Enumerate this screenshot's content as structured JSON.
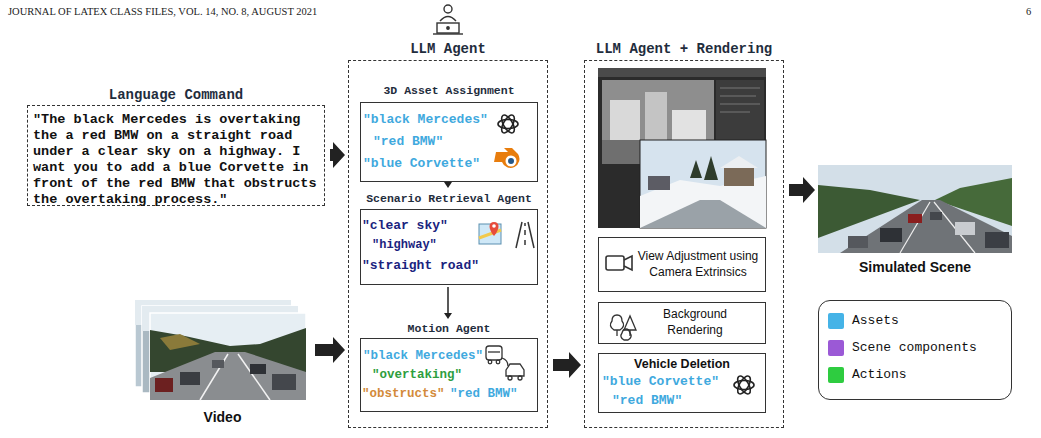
{
  "diagram": {
    "nodes": [
      {
        "text": [
          "Language Command",
          "\"The black Mercedes is overtaking the a red BMW on a straight road under a clear sky on a highway. I want you to add a blue Corvette in front of the red BMW that obstructs the overtaking process.\""
        ]
      },
      {
        "text": [
          "Video"
        ]
      },
      {
        "text": [
          "LLM Agent"
        ]
      },
      {
        "text": [
          "3D Asset Assignment",
          "\"black Mercedes\"",
          "\"red BMW\"",
          "\"blue Corvette\""
        ],
        "in": 2
      },
      {
        "text": [
          "Scenario Retrieval Agent",
          "\"clear sky\"",
          "\"highway\"",
          "\"straight road\""
        ],
        "in": 2
      },
      {
        "text": [
          "Motion Agent",
          "\"black Mercedes\"",
          "\"overtaking\"",
          "\"obstructs\"",
          "\"red BMW\""
        ],
        "in": 2
      },
      {
        "text": [
          "LLM Agent + Rendering"
        ]
      },
      {
        "text": [
          "View Adjustment using Camera Extrinsics"
        ],
        "in": 6
      },
      {
        "text": [
          "Background Rendering"
        ],
        "in": 6
      },
      {
        "text": [
          "Vehicle Deletion",
          "\"blue Corvette\"",
          "\"red BMW\""
        ],
        "in": 6
      },
      {
        "text": [
          "Simulated Scene"
        ]
      }
    ],
    "edges": [
      {
        "from": 0,
        "to": 2,
        "arrow": "to"
      },
      {
        "from": 1,
        "to": 2,
        "arrow": "to"
      },
      {
        "from": 3,
        "to": 4,
        "arrow": "to"
      },
      {
        "from": 4,
        "to": 5,
        "arrow": "to"
      },
      {
        "from": 2,
        "to": 6,
        "arrow": "to"
      },
      {
        "from": 6,
        "to": 10,
        "arrow": "to"
      }
    ],
    "labels": [
      "JOURNAL OF LATEX CLASS FILES, VOL. 14, NO. 8, AUGUST 2021",
      "6"
    ],
    "legend": [
      {
        "text": "Assets",
        "color": "#45b3e7"
      },
      {
        "text": "Scene components",
        "color": "#9b59d6"
      },
      {
        "text": "Actions",
        "color": "#2ecc40"
      }
    ]
  }
}
